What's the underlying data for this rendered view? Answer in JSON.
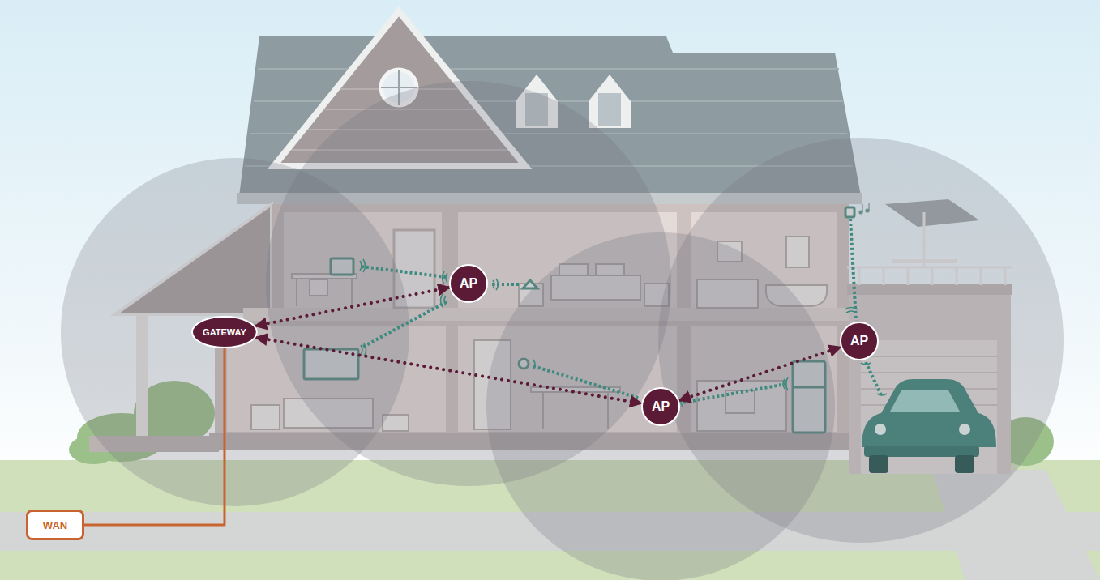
{
  "diagram": {
    "nodes": [
      {
        "text": [
          "AP"
        ]
      },
      {
        "text": [
          "GATEWAY"
        ]
      },
      {
        "text": [
          "AP"
        ]
      },
      {
        "text": [
          "AP"
        ]
      },
      {
        "text": [
          "WAN"
        ]
      }
    ],
    "edges": [
      {
        "from": 1,
        "to": 0,
        "arrow": "both"
      },
      {
        "from": 1,
        "to": 3,
        "arrow": "both"
      },
      {
        "from": 3,
        "to": 2,
        "arrow": "both"
      },
      {
        "from": 4,
        "to": 1,
        "arrow": "none"
      }
    ]
  }
}
